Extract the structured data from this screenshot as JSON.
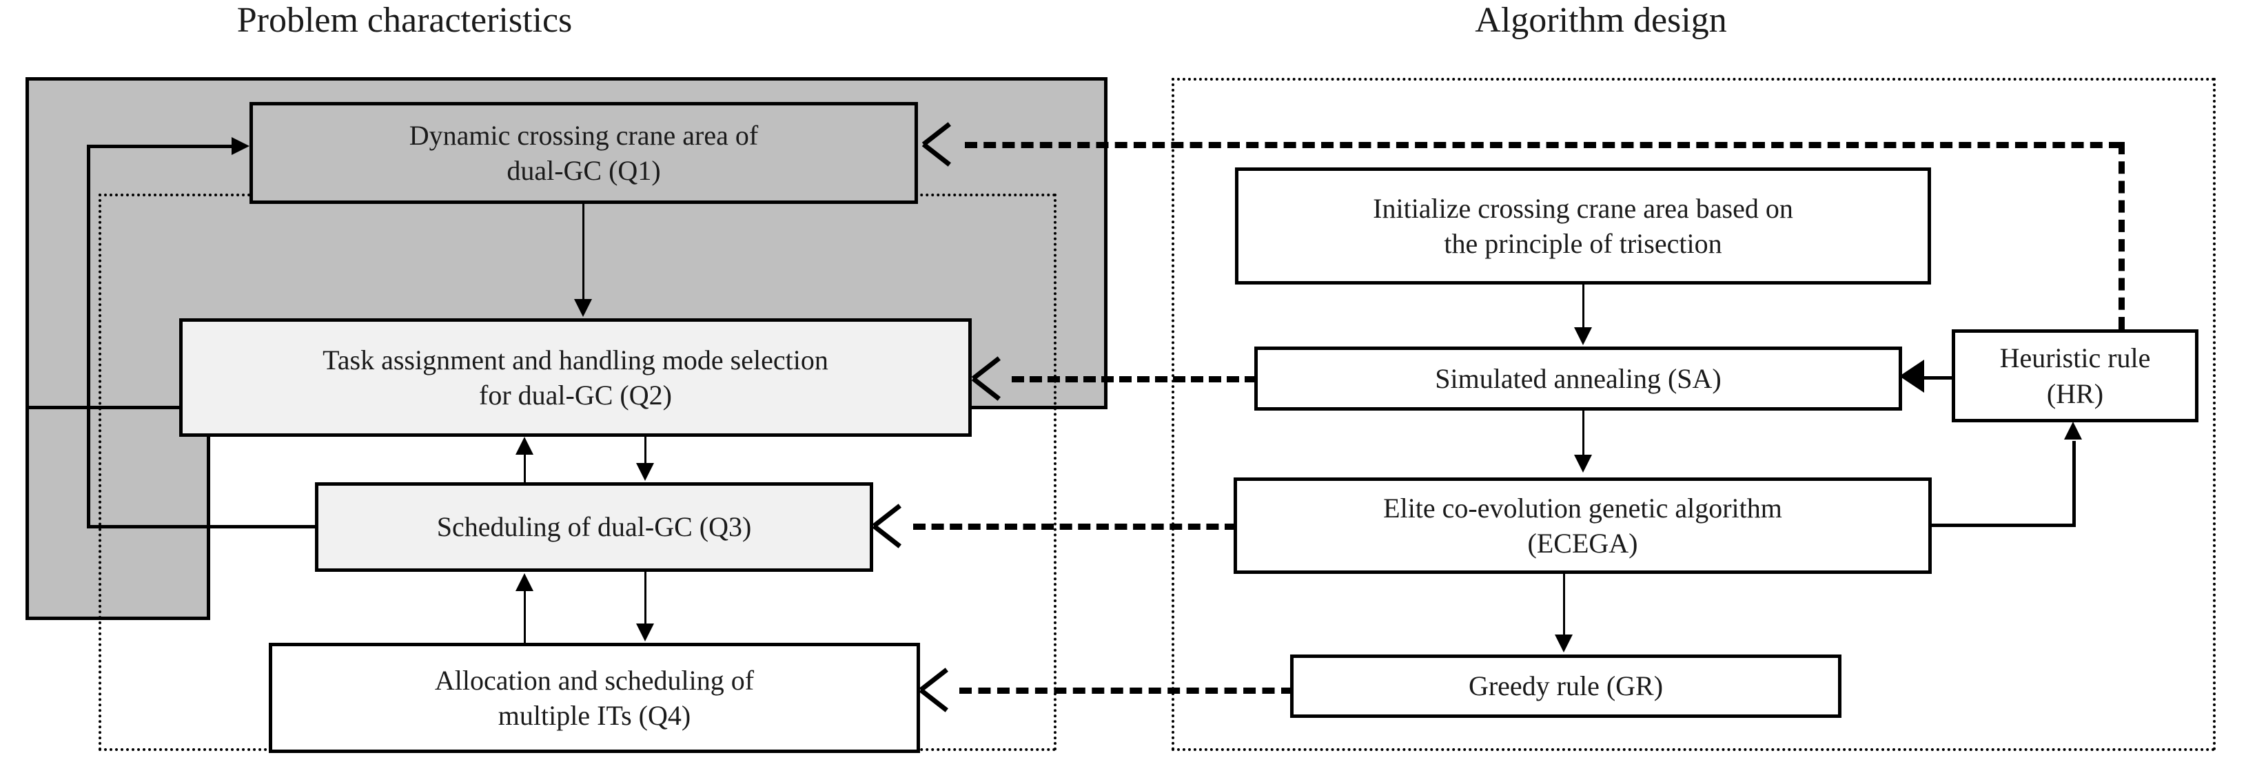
{
  "figure": {
    "type": "flow-diagram",
    "panels": [
      {
        "id": "problem",
        "title": "Problem characteristics"
      },
      {
        "id": "algorithm",
        "title": "Algorithm design"
      }
    ]
  },
  "problem_nodes": [
    {
      "id": "q1",
      "label": "Dynamic crossing crane area of dual-GC (Q1)",
      "line1": "Dynamic crossing crane area of",
      "line2": "dual-GC (Q1)",
      "fill": "#bfbfbf"
    },
    {
      "id": "q2",
      "label": "Task assignment and handling mode selection for dual-GC (Q2)",
      "line1": "Task assignment and handling mode selection",
      "line2": "for dual-GC (Q2)",
      "fill": "#f1f1f1"
    },
    {
      "id": "q3",
      "label": "Scheduling of dual-GC (Q3)",
      "line1": "Scheduling of dual-GC (Q3)",
      "line2": "",
      "fill": "#f1f1f1"
    },
    {
      "id": "q4",
      "label": "Allocation and scheduling of multiple ITs (Q4)",
      "line1": "Allocation and scheduling of",
      "line2": "multiple ITs (Q4)",
      "fill": "#ffffff"
    }
  ],
  "algorithm_nodes": [
    {
      "id": "init",
      "label": "Initialize crossing crane area based on the principle of trisection",
      "line1": "Initialize crossing crane area based on",
      "line2": "the principle of trisection",
      "fill": "#ffffff"
    },
    {
      "id": "sa",
      "label": "Simulated annealing (SA)",
      "line1": "Simulated annealing (SA)",
      "line2": "",
      "fill": "#ffffff"
    },
    {
      "id": "ecega",
      "label": "Elite co-evolution genetic algorithm (ECEGA)",
      "line1": "Elite co-evolution genetic algorithm",
      "line2": "(ECEGA)",
      "fill": "#ffffff"
    },
    {
      "id": "gr",
      "label": "Greedy rule (GR)",
      "line1": "Greedy rule (GR)",
      "line2": "",
      "fill": "#ffffff"
    },
    {
      "id": "hr",
      "label": "Heuristic rule (HR)",
      "line1": "Heuristic rule",
      "line2": "(HR)",
      "fill": "#ffffff"
    }
  ],
  "edges": [
    {
      "from": "q1",
      "to": "q2",
      "style": "solid",
      "direction": "down"
    },
    {
      "from": "q2",
      "to": "q3",
      "style": "solid",
      "direction": "down"
    },
    {
      "from": "q3",
      "to": "q2",
      "style": "solid",
      "direction": "up"
    },
    {
      "from": "q3",
      "to": "q4",
      "style": "solid",
      "direction": "down"
    },
    {
      "from": "q4",
      "to": "q3",
      "style": "solid",
      "direction": "up"
    },
    {
      "from": "q3",
      "to": "q1",
      "style": "solid",
      "direction": "feedback-left"
    },
    {
      "from": "init",
      "to": "sa",
      "style": "solid",
      "direction": "down"
    },
    {
      "from": "sa",
      "to": "ecega",
      "style": "solid",
      "direction": "down"
    },
    {
      "from": "ecega",
      "to": "gr",
      "style": "solid",
      "direction": "down"
    },
    {
      "from": "hr",
      "to": "sa",
      "style": "solid",
      "direction": "left"
    },
    {
      "from": "ecega",
      "to": "hr",
      "style": "solid",
      "direction": "feedback-right"
    },
    {
      "from": "init",
      "to": "q1",
      "style": "dashed",
      "direction": "left"
    },
    {
      "from": "sa",
      "to": "q2",
      "style": "dashed",
      "direction": "left"
    },
    {
      "from": "ecega",
      "to": "q3",
      "style": "dashed",
      "direction": "left"
    },
    {
      "from": "gr",
      "to": "q4",
      "style": "dashed",
      "direction": "left"
    }
  ],
  "colors": {
    "gray_region": "#bfbfbf",
    "light_box": "#f1f1f1",
    "white_box": "#ffffff",
    "stroke": "#000000"
  }
}
